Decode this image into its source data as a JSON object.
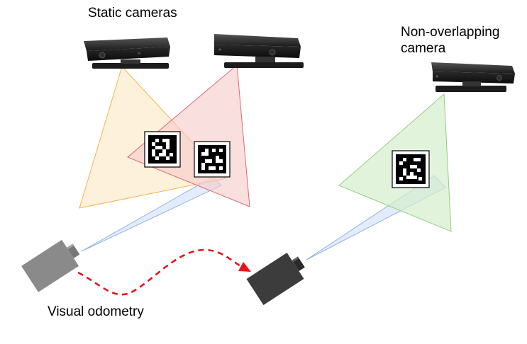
{
  "labels": {
    "static_cameras": "Static cameras",
    "non_overlapping_line1": "Non-overlapping",
    "non_overlapping_line2": "camera",
    "visual_odometry": "Visual odometry"
  },
  "colors": {
    "fov_static_left": "#f5a623",
    "fov_static_right": "#e85a5a",
    "fov_non_overlapping": "#7ccf6a",
    "fov_moving_camera": "#8fb4e6",
    "trajectory": "#e8141b",
    "moving_camera_start": "#8c8c8c",
    "moving_camera_end": "#3c3c3c",
    "kinect_body": "#1e1e1e"
  },
  "icons": {
    "static_camera": "kinect-sensor-icon",
    "marker": "aruco-marker-icon",
    "moving_camera": "camera-body-icon"
  }
}
